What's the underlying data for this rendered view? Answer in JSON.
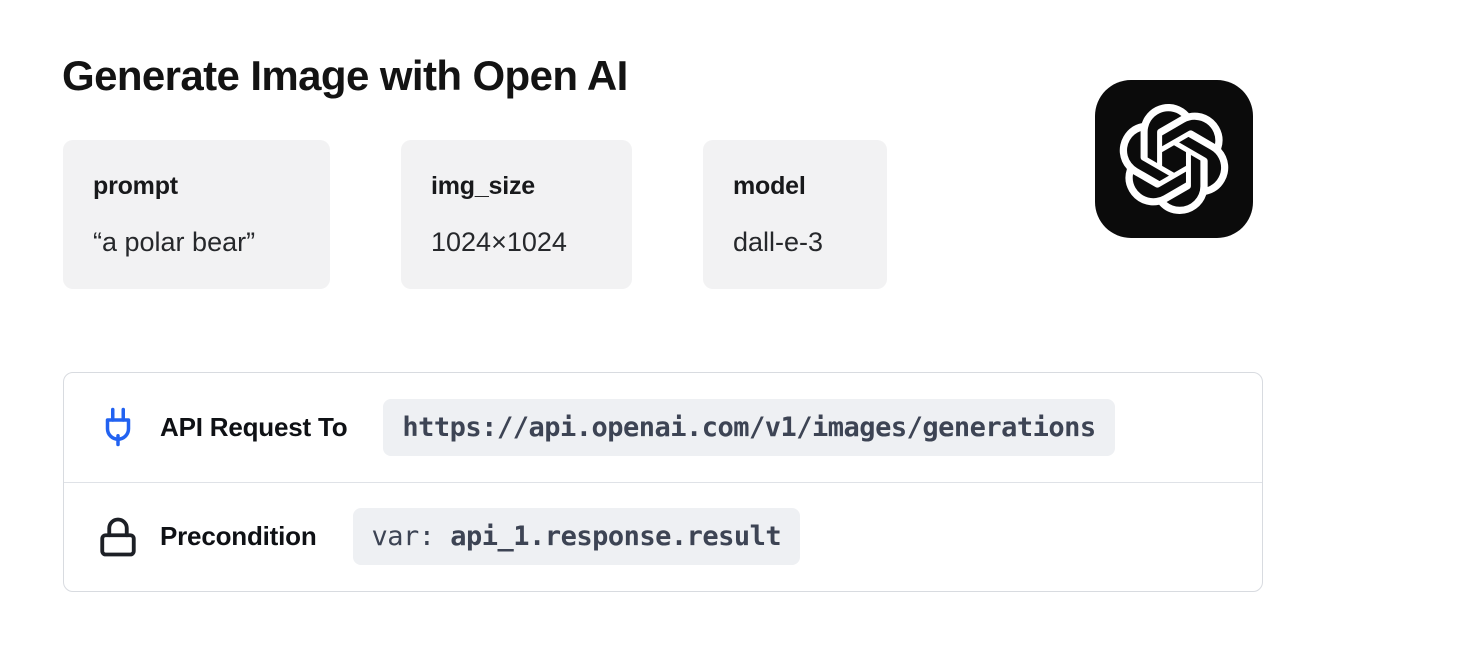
{
  "header": {
    "title": "Generate Image with Open AI"
  },
  "params": {
    "items": [
      {
        "name": "prompt",
        "value": "“a polar bear”"
      },
      {
        "name": "img_size",
        "value": "1024×1024"
      },
      {
        "name": "model",
        "value": "dall-e-3"
      }
    ]
  },
  "logo": {
    "name": "openai-logo"
  },
  "api_card": {
    "request_row": {
      "icon": "plug-icon",
      "label": "API Request To",
      "url": "https://api.openai.com/v1/images/generations"
    },
    "precondition_row": {
      "icon": "lock-icon",
      "label": "Precondition",
      "var_prefix": "var: ",
      "var_value": "api_1.response.result"
    }
  },
  "colors": {
    "accent_blue": "#2262f1",
    "chip_bg": "#eef0f3",
    "chip_text": "#3d4454",
    "param_card_bg": "#f2f2f3",
    "card_border": "#d8dbe0",
    "logo_bg": "#0b0b0b",
    "text_primary": "#131313"
  }
}
